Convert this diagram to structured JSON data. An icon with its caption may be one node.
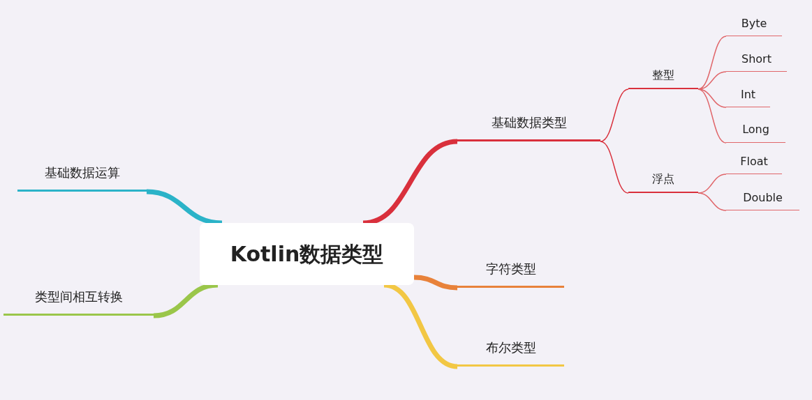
{
  "diagram": {
    "nodes": [
      {
        "text": [
          "Kotlin数据类型"
        ]
      },
      {
        "text": [
          "基础数据类型"
        ]
      },
      {
        "text": [
          "整型"
        ]
      },
      {
        "text": [
          "Byte"
        ]
      },
      {
        "text": [
          "Short"
        ]
      },
      {
        "text": [
          "Int"
        ]
      },
      {
        "text": [
          "Long"
        ]
      },
      {
        "text": [
          "浮点"
        ]
      },
      {
        "text": [
          "Float"
        ]
      },
      {
        "text": [
          "Double"
        ]
      },
      {
        "text": [
          "字符类型"
        ]
      },
      {
        "text": [
          "布尔类型"
        ]
      },
      {
        "text": [
          "基础数据运算"
        ]
      },
      {
        "text": [
          "类型间相互转换"
        ]
      }
    ],
    "edges": [
      {
        "from": 0,
        "to": 1,
        "arrow": "none",
        "style": "thick",
        "color": "#d9303c"
      },
      {
        "from": 1,
        "to": 2,
        "arrow": "none",
        "color": "#d9303c"
      },
      {
        "from": 2,
        "to": 3,
        "arrow": "none",
        "color": "#e0666a"
      },
      {
        "from": 2,
        "to": 4,
        "arrow": "none",
        "color": "#e0666a"
      },
      {
        "from": 2,
        "to": 5,
        "arrow": "none",
        "color": "#e0666a"
      },
      {
        "from": 2,
        "to": 6,
        "arrow": "none",
        "color": "#e0666a"
      },
      {
        "from": 1,
        "to": 7,
        "arrow": "none",
        "color": "#d9303c"
      },
      {
        "from": 7,
        "to": 8,
        "arrow": "none",
        "color": "#e0666a"
      },
      {
        "from": 7,
        "to": 9,
        "arrow": "none",
        "color": "#e0666a"
      },
      {
        "from": 0,
        "to": 10,
        "arrow": "none",
        "style": "thick",
        "color": "#e8823a"
      },
      {
        "from": 0,
        "to": 11,
        "arrow": "none",
        "style": "thick",
        "color": "#f2c744"
      },
      {
        "from": 0,
        "to": 12,
        "arrow": "none",
        "style": "thick",
        "color": "#2bb3c8"
      },
      {
        "from": 0,
        "to": 13,
        "arrow": "none",
        "style": "thick",
        "color": "#9ac64a"
      }
    ]
  }
}
